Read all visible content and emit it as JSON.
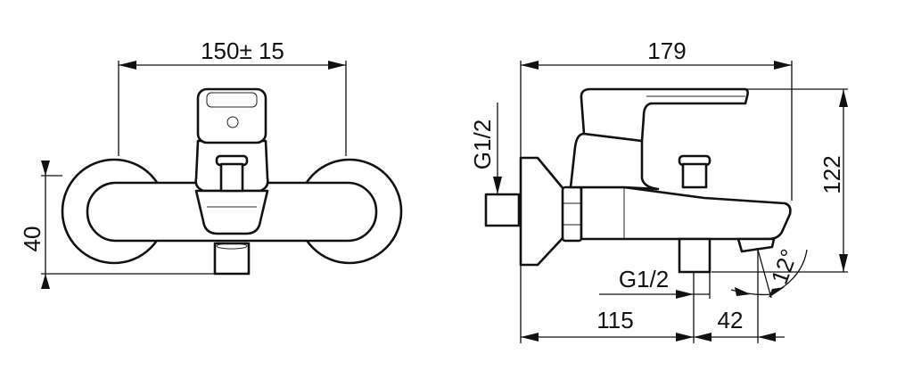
{
  "front_view": {
    "width_dimension": "150± 15",
    "height_dimension": "40"
  },
  "side_view": {
    "length_dimension": "179",
    "height_dimension": "122",
    "inlet_thread": "G1/2",
    "outlet_thread": "G1/2",
    "outlet_distance": "115",
    "spout_offset": "42",
    "spout_angle": "12°"
  }
}
